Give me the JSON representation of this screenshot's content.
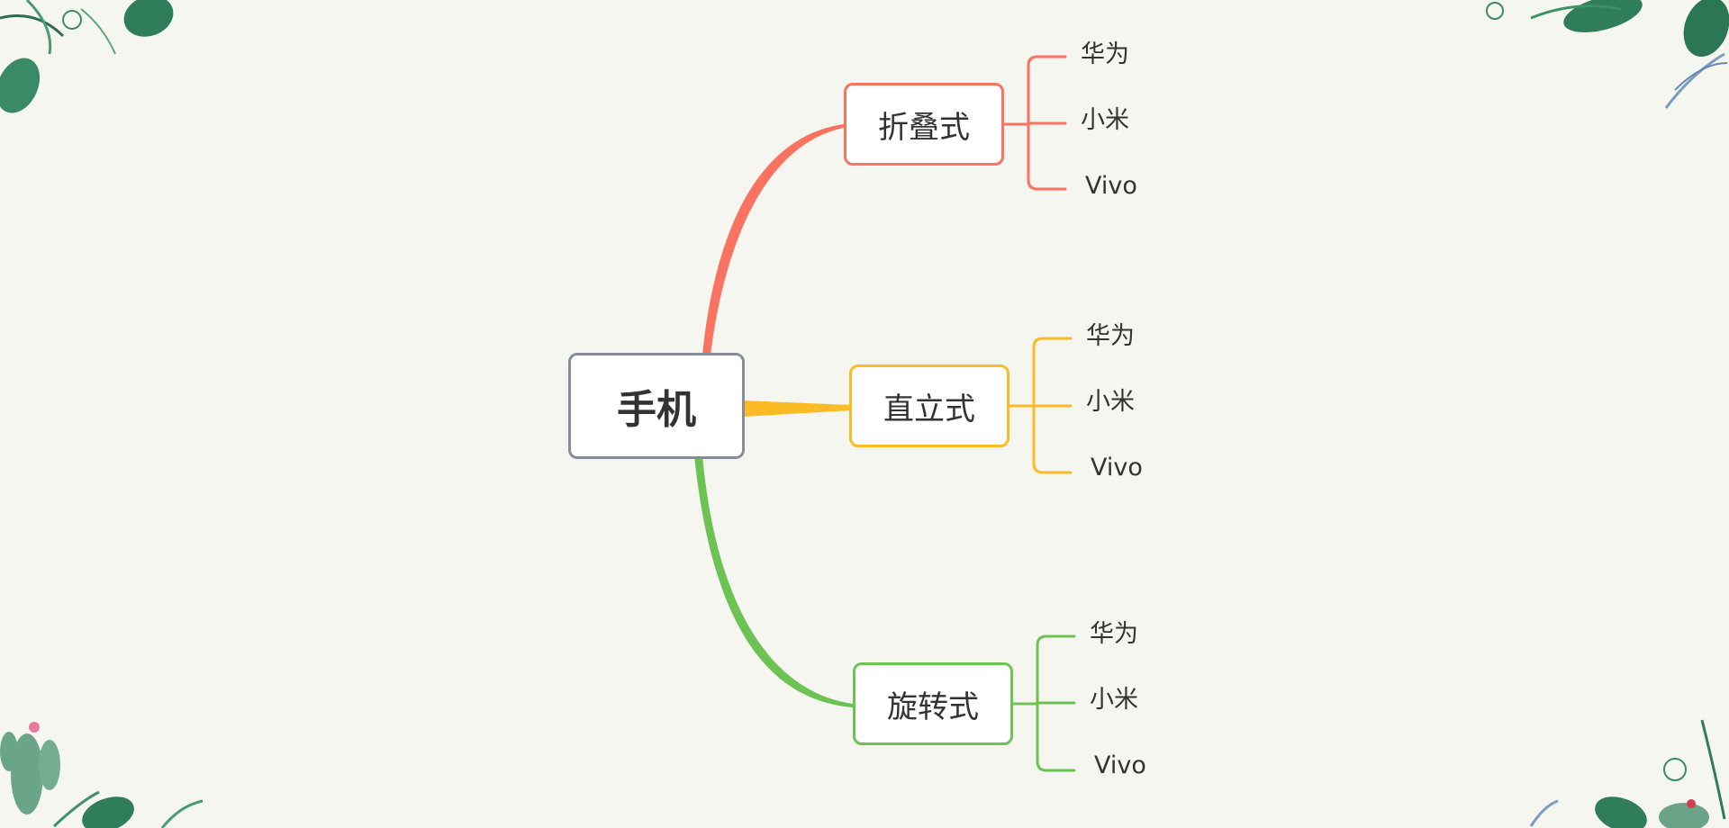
{
  "root": {
    "label": "手机",
    "border_color": "#868c9c"
  },
  "branches": [
    {
      "label": "折叠式",
      "color": "#fa7360",
      "leaves": [
        "华为",
        "小米",
        "Vivo"
      ]
    },
    {
      "label": "直立式",
      "color": "#fbbb25",
      "leaves": [
        "华为",
        "小米",
        "Vivo"
      ]
    },
    {
      "label": "旋转式",
      "color": "#6dc254",
      "leaves": [
        "华为",
        "小米",
        "Vivo"
      ]
    }
  ],
  "decorations": [
    "tropical-leaves-top-left",
    "tropical-leaves-top-right",
    "cactus-bottom-left",
    "tropical-leaves-bottom-right"
  ]
}
